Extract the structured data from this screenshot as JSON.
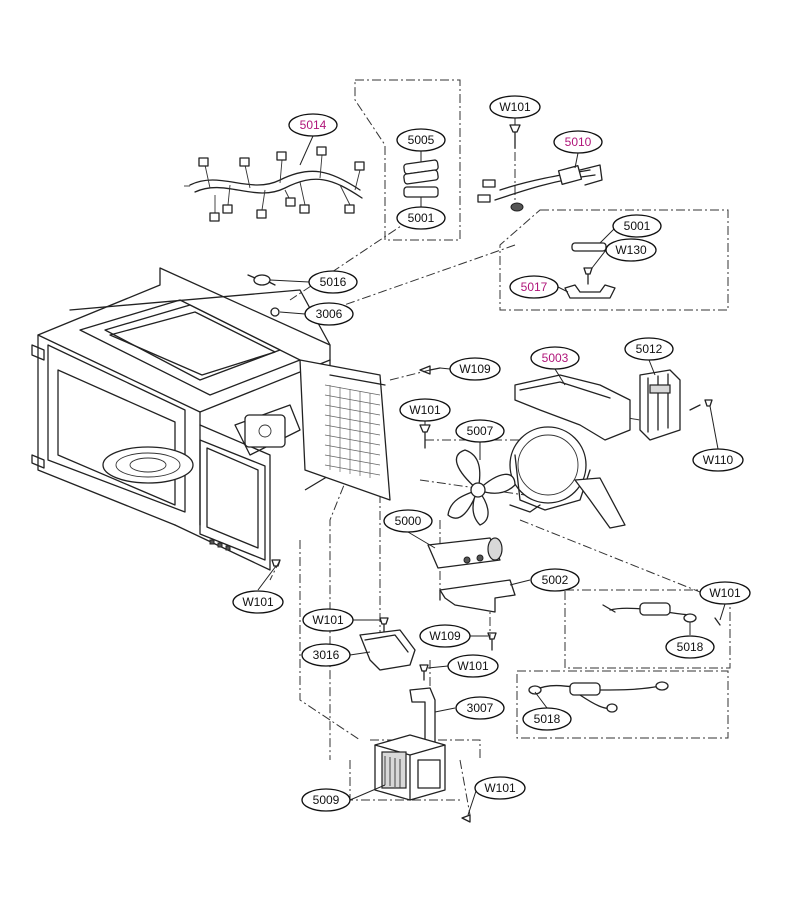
{
  "colors": {
    "line": "#222222",
    "label_text": "#111111",
    "highlight_text": "#b0157a",
    "background": "#ffffff"
  },
  "labels": [
    {
      "id": "5014",
      "text": "5014",
      "highlight": true
    },
    {
      "id": "5005",
      "text": "5005",
      "highlight": false
    },
    {
      "id": "5001a",
      "text": "5001",
      "highlight": false
    },
    {
      "id": "w101a",
      "text": "W101",
      "highlight": false
    },
    {
      "id": "5010",
      "text": "5010",
      "highlight": true
    },
    {
      "id": "5001b",
      "text": "5001",
      "highlight": false
    },
    {
      "id": "w130",
      "text": "W130",
      "highlight": false
    },
    {
      "id": "5017",
      "text": "5017",
      "highlight": true
    },
    {
      "id": "5016",
      "text": "5016",
      "highlight": false
    },
    {
      "id": "3006",
      "text": "3006",
      "highlight": false
    },
    {
      "id": "w109a",
      "text": "W109",
      "highlight": false
    },
    {
      "id": "5003",
      "text": "5003",
      "highlight": true
    },
    {
      "id": "5012",
      "text": "5012",
      "highlight": false
    },
    {
      "id": "w101b",
      "text": "W101",
      "highlight": false
    },
    {
      "id": "5007",
      "text": "5007",
      "highlight": false
    },
    {
      "id": "w110",
      "text": "W110",
      "highlight": false
    },
    {
      "id": "5000",
      "text": "5000",
      "highlight": false
    },
    {
      "id": "5002",
      "text": "5002",
      "highlight": false
    },
    {
      "id": "w101c",
      "text": "W101",
      "highlight": false
    },
    {
      "id": "w101d",
      "text": "W101",
      "highlight": false
    },
    {
      "id": "w101e",
      "text": "W101",
      "highlight": false
    },
    {
      "id": "w109b",
      "text": "W109",
      "highlight": false
    },
    {
      "id": "5018a",
      "text": "5018",
      "highlight": false
    },
    {
      "id": "3016",
      "text": "3016",
      "highlight": false
    },
    {
      "id": "w101f",
      "text": "W101",
      "highlight": false
    },
    {
      "id": "3007",
      "text": "3007",
      "highlight": false
    },
    {
      "id": "5018b",
      "text": "5018",
      "highlight": false
    },
    {
      "id": "5009",
      "text": "5009",
      "highlight": false
    },
    {
      "id": "w101g",
      "text": "W101",
      "highlight": false
    }
  ]
}
